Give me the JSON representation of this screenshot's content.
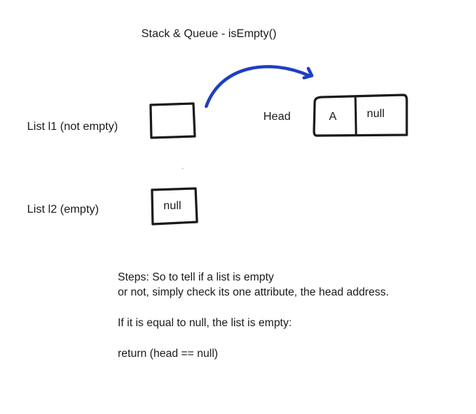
{
  "title": "Stack & Queue - isEmpty()",
  "list1": {
    "label": "List l1 (not empty)",
    "head_label": "Head",
    "node": {
      "value": "A",
      "next": "null"
    }
  },
  "list2": {
    "label": "List l2 (empty)",
    "head_value": "null"
  },
  "steps": {
    "line1": "Steps: So to tell if a list is empty",
    "line2": "or not, simply check its one attribute, the head address.",
    "line3": "If it is equal to null, the list is empty:",
    "line4": "return (head == null)"
  },
  "colors": {
    "ink": "#1a1a1a",
    "arrow": "#1f3fbf",
    "background": "#ffffff"
  }
}
